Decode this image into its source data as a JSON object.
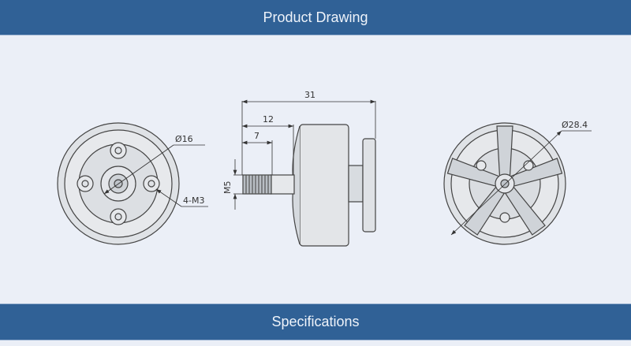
{
  "header": {
    "title": "Product Drawing"
  },
  "footer_section": {
    "title": "Specifications"
  },
  "drawing": {
    "front_view": {
      "shaft_diameter_label": "Ø16",
      "mount_holes_label": "4-M3"
    },
    "side_view": {
      "overall_length": "31",
      "shaft_length": "12",
      "thread_length": "7",
      "thread_size": "M5"
    },
    "rear_view": {
      "diameter_label": "Ø28.4"
    }
  }
}
